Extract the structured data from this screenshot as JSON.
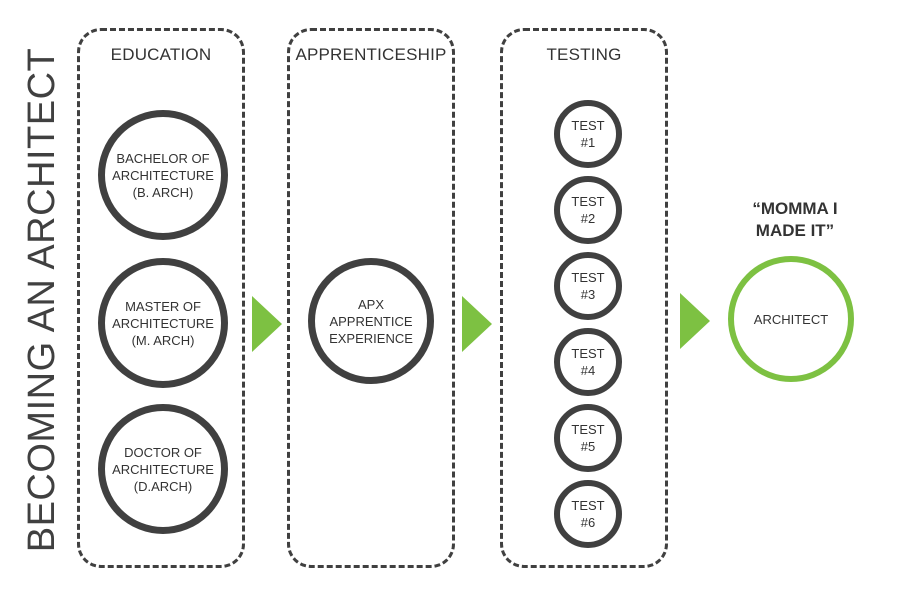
{
  "title": "BECOMING AN ARCHITECT",
  "columns": [
    {
      "title": "EDUCATION"
    },
    {
      "title": "APPRENTICESHIP"
    },
    {
      "title": "TESTING"
    }
  ],
  "education": [
    {
      "label": "BACHELOR OF\nARCHITECTURE\n(B. ARCH)"
    },
    {
      "label": "MASTER OF\nARCHITECTURE\n(M. ARCH)"
    },
    {
      "label": "DOCTOR OF\nARCHITECTURE\n(D.ARCH)"
    }
  ],
  "apprenticeship": {
    "label": "APX\nAPPRENTICE\nEXPERIENCE"
  },
  "tests": [
    {
      "label": "TEST\n#1"
    },
    {
      "label": "TEST\n#2"
    },
    {
      "label": "TEST\n#3"
    },
    {
      "label": "TEST\n#4"
    },
    {
      "label": "TEST\n#5"
    },
    {
      "label": "TEST\n#6"
    }
  ],
  "outcome": {
    "quote": "“MOMMA I\nMADE IT”",
    "label": "ARCHITECT"
  },
  "colors": {
    "accent": "#7dc142",
    "stroke": "#404040",
    "text": "#333333"
  }
}
